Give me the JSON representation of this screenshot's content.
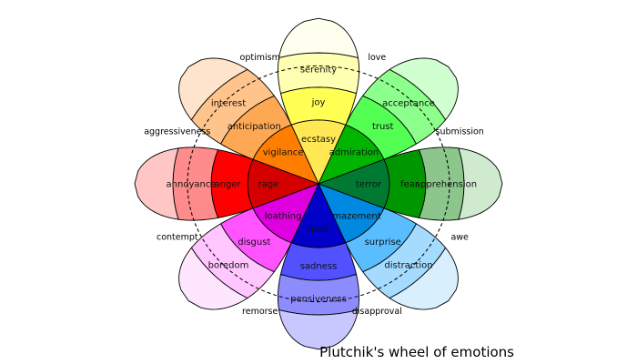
{
  "title": "Plutchik's wheel of emotions",
  "petals": [
    {
      "intense": "ecstasy",
      "basic": "joy",
      "mild": "serenity",
      "colors": [
        "#ffe854",
        "#ffff54",
        "#ffffb1",
        "#fffff0"
      ]
    },
    {
      "intense": "admiration",
      "basic": "trust",
      "mild": "acceptance",
      "colors": [
        "#00b400",
        "#54ff54",
        "#8cff8c",
        "#d0ffd0"
      ]
    },
    {
      "intense": "terror",
      "basic": "fear",
      "mild": "apprehension",
      "colors": [
        "#007a33",
        "#009600",
        "#8cc68c",
        "#d0ead0"
      ]
    },
    {
      "intense": "amazement",
      "basic": "surprise",
      "mild": "distraction",
      "colors": [
        "#0089e0",
        "#59bdff",
        "#a5dbff",
        "#d8effd"
      ]
    },
    {
      "intense": "grief",
      "basic": "sadness",
      "mild": "pensiveness",
      "colors": [
        "#0000c8",
        "#5151ff",
        "#8c8cff",
        "#c8c8ff"
      ]
    },
    {
      "intense": "loathing",
      "basic": "disgust",
      "mild": "boredom",
      "colors": [
        "#de00de",
        "#ff54ff",
        "#ffc6ff",
        "#ffe6ff"
      ]
    },
    {
      "intense": "rage",
      "basic": "anger",
      "mild": "annoyance",
      "colors": [
        "#d40000",
        "#ff0000",
        "#ff8c8c",
        "#ffc6c6"
      ]
    },
    {
      "intense": "vigilance",
      "basic": "anticipation",
      "mild": "interest",
      "colors": [
        "#ff7d00",
        "#ffa854",
        "#ffc48c",
        "#ffe4cc"
      ]
    }
  ],
  "dyads": [
    "love",
    "submission",
    "awe",
    "disapproval",
    "remorse",
    "contempt",
    "aggressiveness",
    "optimism"
  ]
}
